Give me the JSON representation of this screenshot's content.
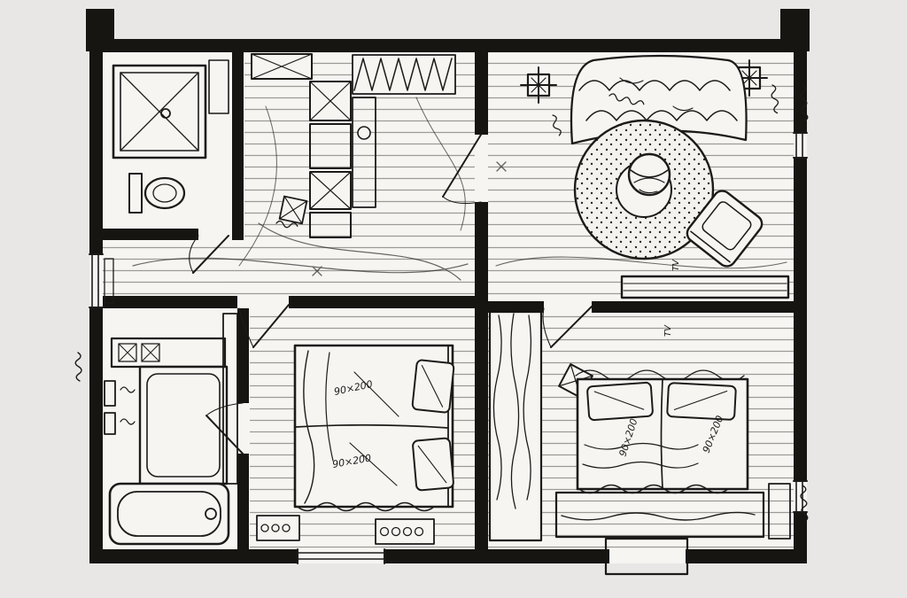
{
  "palette": {
    "background": "#e8e7e5",
    "paper": "#f6f5f2",
    "ink": "#1d1b19",
    "wall": "#171512"
  },
  "annotations": {
    "main_bed_top": "90×200",
    "main_bed_bottom": "90×200",
    "guest_bed_left": "90×200",
    "guest_bed_right": "90×200",
    "tv_upper": "TV",
    "tv_lower": "TV"
  }
}
